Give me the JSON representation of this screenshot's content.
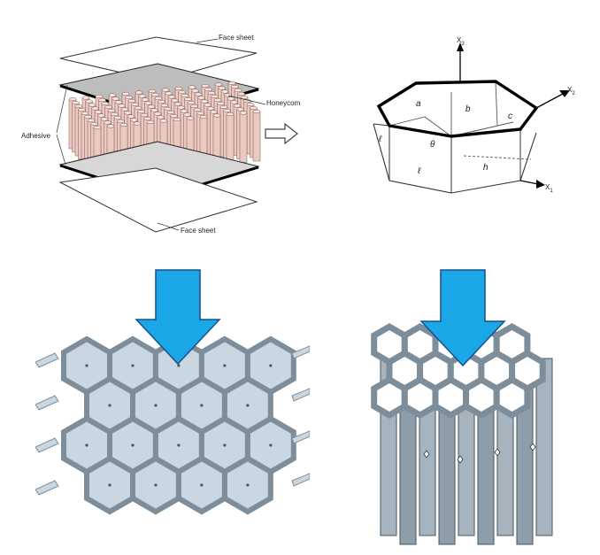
{
  "sandwich": {
    "face_sheet_top": "Face sheet",
    "honeycomb": "Honeycom",
    "adhesive": "Adhesive",
    "face_sheet_bottom": "Face sheet"
  },
  "unit_cell": {
    "axis_x3": "X",
    "axis_x3_sub": "3",
    "axis_x2": "X",
    "axis_x2_sub": "2",
    "axis_x1": "X",
    "axis_x1_sub": "1",
    "label_a": "a",
    "label_b": "b",
    "label_c": "c",
    "label_theta": "θ",
    "label_l_left": "ℓ",
    "label_l_mid": "ℓ",
    "label_h": "h"
  },
  "colors": {
    "arrow_blue": "#1aa7e8",
    "arrow_outline": "#1a4f8a",
    "honeycomb_fill": "#c9d7e2",
    "honeycomb_dark": "#7d8d99",
    "tube_fill": "#ecc9c0"
  }
}
